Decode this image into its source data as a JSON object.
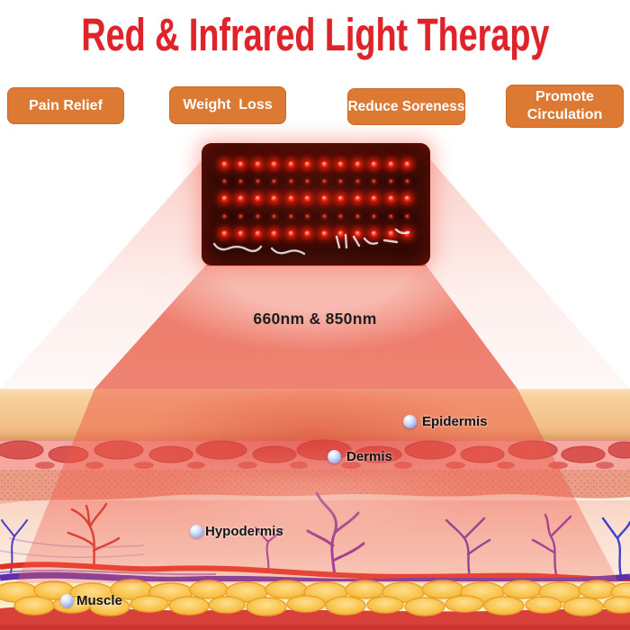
{
  "title": {
    "text": "Red & Infrared Light Therapy"
  },
  "benefits": [
    {
      "label": "Pain Relief"
    },
    {
      "label": "Weight  Loss"
    },
    {
      "label": "Reduce Soreness"
    },
    {
      "label": "Promote Circulation"
    }
  ],
  "device": {
    "name": "red-light-therapy-led-panel",
    "led_rows": 5,
    "led_cols": 12
  },
  "beam": {
    "wavelengths": "660nm & 850nm"
  },
  "skin_layers": [
    {
      "label": "Epidermis"
    },
    {
      "label": "Dermis"
    },
    {
      "label": "Hypodermis"
    },
    {
      "label": "Muscle"
    }
  ],
  "colors": {
    "title_red": "#e0222a",
    "badge_orange": "#dc7a33",
    "led_red": "#ff3a22",
    "beam_salmon": "#ee7e6e",
    "epidermis_tan": "#f5c78d",
    "fat_yellow": "#f9bf45",
    "muscle_red": "#d8413a"
  }
}
